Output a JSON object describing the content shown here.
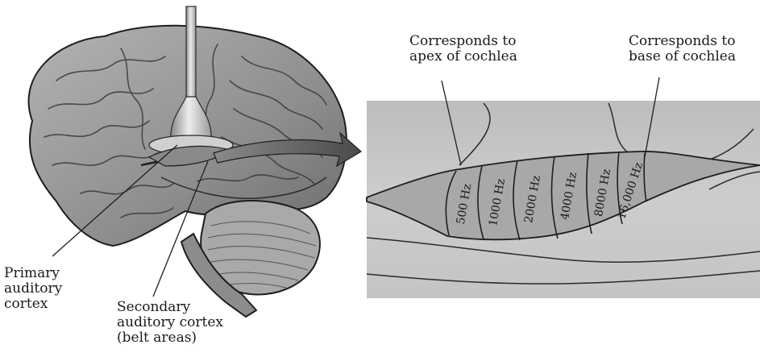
{
  "labels": {
    "primary": [
      "Primary",
      "auditory",
      "cortex"
    ],
    "secondary": [
      "Secondary",
      "auditory cortex",
      "(belt areas)"
    ],
    "apex": [
      "Corresponds to",
      "apex of cochlea"
    ],
    "base": [
      "Corresponds to",
      "base of cochlea"
    ]
  },
  "frequency_bands": [
    "500 Hz",
    "1000 Hz",
    "2000 Hz",
    "4000 Hz",
    "8000 Hz",
    "16,000 Hz"
  ],
  "colors": {
    "brain": "#9c9c9c",
    "brain_dark": "#6e6e6e",
    "panel": "#c9c9c9",
    "tonotopic_region": "#a7a7a7",
    "retractor": "#d6d6d6",
    "outline": "#1e1e1e"
  }
}
